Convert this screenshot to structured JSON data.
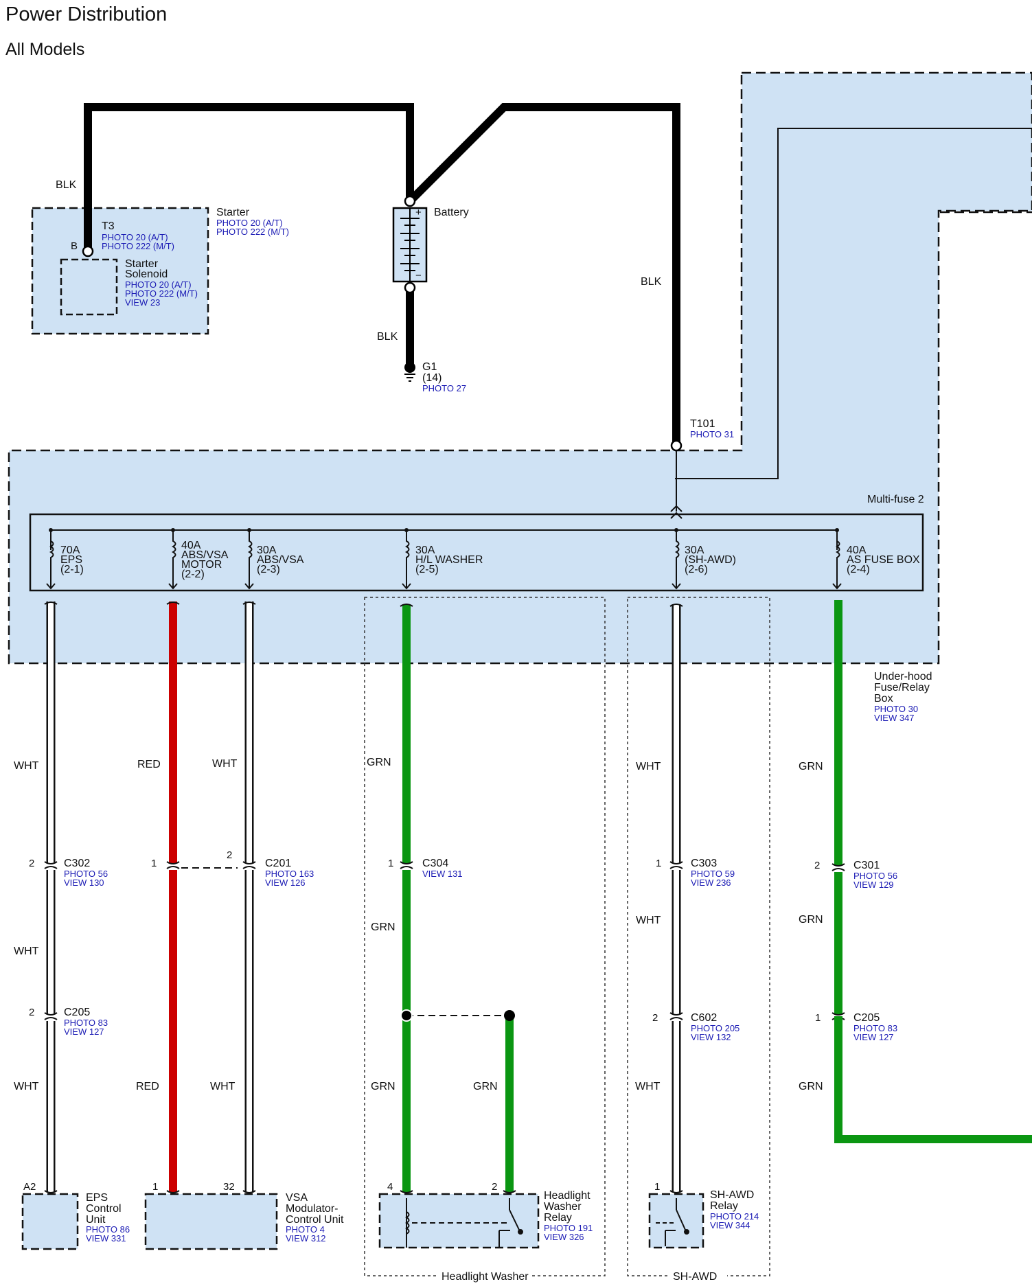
{
  "title": "Power Distribution",
  "subtitle": "All Models",
  "colors": {
    "box_fill": "#cfe2f4",
    "wht": "#ffffff",
    "red": "#cc0000",
    "grn": "#0b9612",
    "blk": "#000000",
    "ref_text": "#1a1ab4"
  },
  "top": {
    "blk_left": "BLK",
    "blk_battery": "BLK",
    "blk_right": "BLK",
    "starter": {
      "title": "Starter",
      "refs": [
        "PHOTO 20 (A/T)",
        "PHOTO 222 (M/T)"
      ]
    },
    "t3": {
      "name": "T3",
      "pin": "B",
      "refs": [
        "PHOTO 20 (A/T)",
        "PHOTO 222 (M/T)"
      ]
    },
    "solenoid": {
      "lines": [
        "Starter",
        "Solenoid"
      ],
      "refs": [
        "PHOTO 20 (A/T)",
        "PHOTO 222 (M/T)",
        "VIEW 23"
      ]
    },
    "battery": {
      "label": "Battery",
      "plus": "+",
      "minus": "−"
    },
    "g1": {
      "name": "G1",
      "num": "(14)",
      "ref": "PHOTO 27"
    },
    "t101": {
      "name": "T101",
      "ref": "PHOTO 31"
    }
  },
  "fusebox": {
    "multifuse_label": "Multi-fuse 2",
    "name_lines": [
      "Under-hood",
      "Fuse/Relay",
      "Box"
    ],
    "refs": [
      "PHOTO 30",
      "VIEW 347"
    ],
    "fuses": [
      {
        "lines": [
          "70A",
          "EPS",
          "(2-1)"
        ]
      },
      {
        "lines": [
          "40A",
          "ABS/VSA",
          "MOTOR",
          "(2-2)"
        ]
      },
      {
        "lines": [
          "30A",
          "ABS/VSA",
          "(2-3)"
        ]
      },
      {
        "lines": [
          "30A",
          "H/L WASHER",
          "(2-5)"
        ]
      },
      {
        "lines": [
          "30A",
          "(SH-AWD)",
          "(2-6)"
        ]
      },
      {
        "lines": [
          "40A",
          "AS FUSE BOX",
          "(2-4)"
        ]
      }
    ]
  },
  "circuits": {
    "eps": {
      "wire1": "WHT",
      "wire2": "WHT",
      "wire3": "WHT",
      "c1": {
        "pin": "2",
        "name": "C302",
        "refs": [
          "PHOTO 56",
          "VIEW 130"
        ]
      },
      "c2": {
        "pin": "2",
        "name": "C205",
        "refs": [
          "PHOTO 83",
          "VIEW 127"
        ]
      },
      "end_pin": "A2",
      "unit": {
        "lines": [
          "EPS",
          "Control",
          "Unit"
        ],
        "refs": [
          "PHOTO 86",
          "VIEW 331"
        ]
      }
    },
    "vsa_motor": {
      "wire1": "RED",
      "wire2": "RED",
      "c1_pin": "1",
      "end_pin": "1"
    },
    "vsa": {
      "wire1": "WHT",
      "wire2": "WHT",
      "c1": {
        "pin": "2",
        "name": "C201",
        "refs": [
          "PHOTO 163",
          "VIEW 126"
        ]
      },
      "end_pin": "32",
      "unit": {
        "lines": [
          "VSA",
          "Modulator-",
          "Control Unit"
        ],
        "refs": [
          "PHOTO 4",
          "VIEW 312"
        ]
      }
    },
    "washer": {
      "wire1": "GRN",
      "wire2": "GRN",
      "wire3": "GRN",
      "wire_branch": "GRN",
      "c1": {
        "pin": "1",
        "name": "C304",
        "refs": [
          "VIEW 131"
        ]
      },
      "end_pin_a": "4",
      "end_pin_b": "2",
      "relay": {
        "lines": [
          "Headlight",
          "Washer",
          "Relay"
        ],
        "refs": [
          "PHOTO 191",
          "VIEW 326"
        ]
      },
      "group_label": "Headlight Washer"
    },
    "shawd": {
      "wire1": "WHT",
      "wire2": "WHT",
      "wire3": "WHT",
      "c1": {
        "pin": "1",
        "name": "C303",
        "refs": [
          "PHOTO 59",
          "VIEW 236"
        ]
      },
      "c2": {
        "pin": "2",
        "name": "C602",
        "refs": [
          "PHOTO 205",
          "VIEW 132"
        ]
      },
      "end_pin": "1",
      "relay": {
        "lines": [
          "SH-AWD",
          "Relay"
        ],
        "refs": [
          "PHOTO 214",
          "VIEW 344"
        ]
      },
      "group_label": "SH-AWD"
    },
    "asfuse": {
      "wire1": "GRN",
      "wire2": "GRN",
      "wire3": "GRN",
      "c1": {
        "pin": "2",
        "name": "C301",
        "refs": [
          "PHOTO 56",
          "VIEW 129"
        ]
      },
      "c2": {
        "pin": "1",
        "name": "C205",
        "refs": [
          "PHOTO 83",
          "VIEW 127"
        ]
      }
    }
  }
}
